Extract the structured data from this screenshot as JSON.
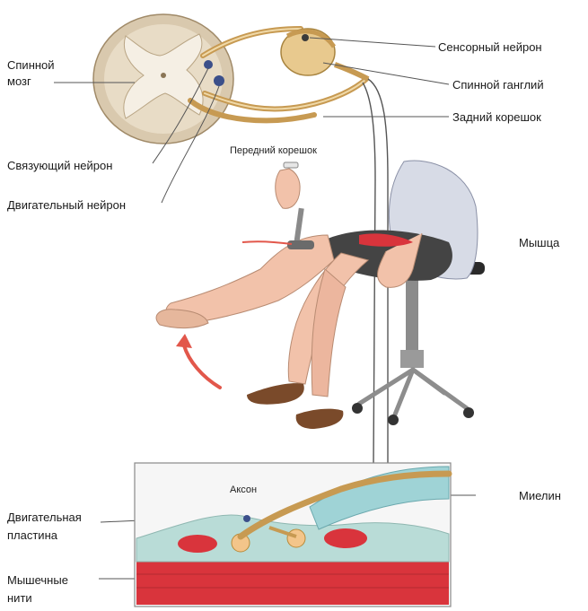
{
  "labels": {
    "spinal_cord_line1": "Спинной",
    "spinal_cord_line2": "мозг",
    "sensory_neuron": "Сенсорный нейрон",
    "spinal_ganglion": "Спинной ганглий",
    "posterior_root": "Задний корешок",
    "anterior_root": "Передний корешок",
    "connecting_neuron": "Связующий нейрон",
    "motor_neuron": "Двигательный нейрон",
    "muscle": "Мышца",
    "axon": "Аксон",
    "myelin": "Миелин",
    "motor_plate_line1": "Двигательная",
    "motor_plate_line2": "пластина",
    "muscle_fibers_line1": "Мышечные",
    "muscle_fibers_line2": "нити"
  },
  "colors": {
    "spinal_gray": "#c9b79a",
    "spinal_white": "#f1e7d6",
    "butterfly": "#f5efe4",
    "nerve": "#c79a52",
    "skin": "#f2c2aa",
    "shoe": "#7a4a2a",
    "muscle_red": "#d9343c",
    "myelin": "#9fd3d6",
    "arrow_red": "#e2574b"
  },
  "icons": [
    "reflex-hammer-icon",
    "movement-arrow-icon"
  ]
}
